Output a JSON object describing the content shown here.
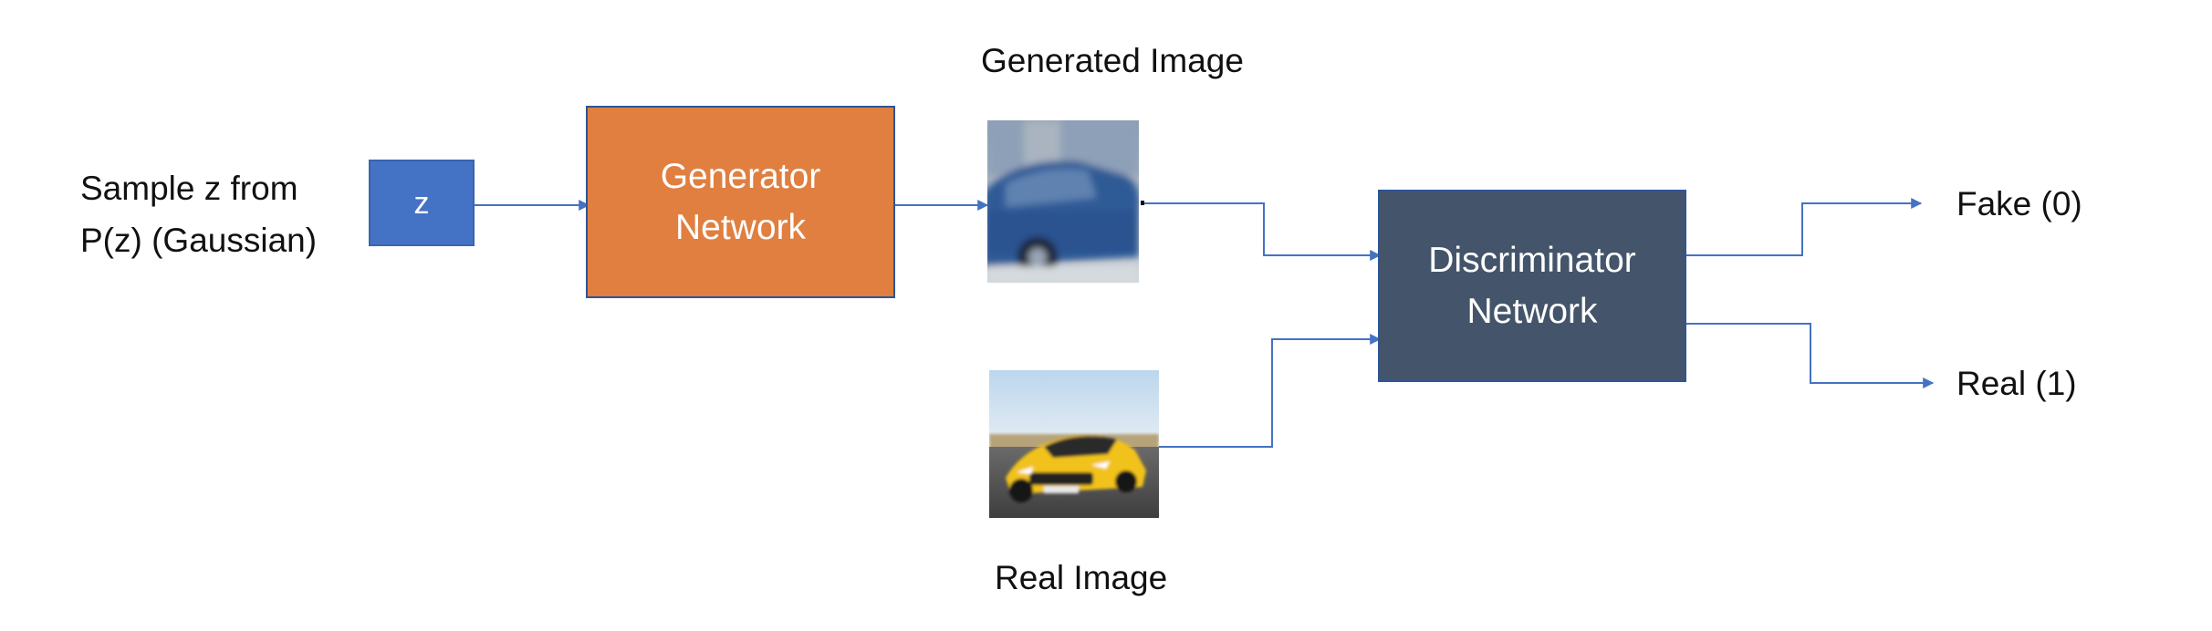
{
  "source_label": {
    "line1": "Sample z from",
    "line2": "P(z) (Gaussian)"
  },
  "z_box": {
    "label": "z",
    "color": "#4472C4"
  },
  "generator": {
    "line1": "Generator",
    "line2": "Network",
    "color": "#E07F40"
  },
  "discriminator": {
    "line1": "Discriminator",
    "line2": "Network",
    "color": "#44546A"
  },
  "generated_image": {
    "label": "Generated Image",
    "depicts": "blurry blue car"
  },
  "real_image": {
    "label": "Real Image",
    "depicts": "yellow sports car on road"
  },
  "outputs": {
    "fake": "Fake (0)",
    "real": "Real (1)"
  },
  "arrow_color": "#4472C4"
}
